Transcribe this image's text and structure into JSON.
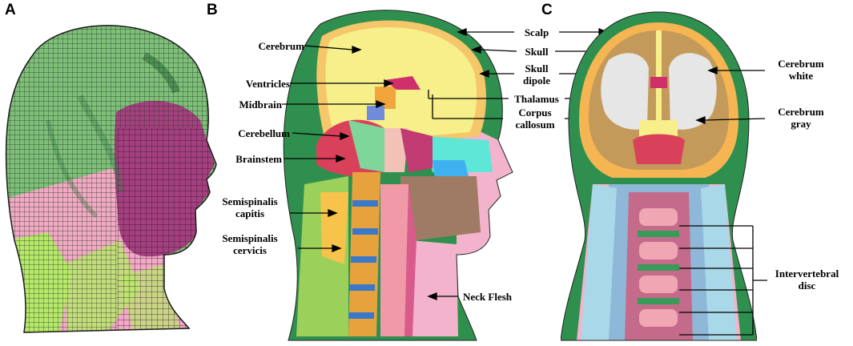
{
  "figure": {
    "panels": [
      {
        "letter": "A"
      },
      {
        "letter": "B",
        "labels": {
          "cerebrum": "Cerebrum",
          "ventricles": "Ventricles",
          "midbrain": "Midbrain",
          "cerebellum": "Cerebellum",
          "brainstem": "Brainstem",
          "semispinalis_capitis": [
            "Semispinalis",
            "capitis"
          ],
          "semispinalis_cervicis": [
            "Semispinalis",
            "cervicis"
          ],
          "neck_flesh": "Neck Flesh"
        }
      },
      {
        "letter": "C",
        "labels": {
          "cerebrum_white": [
            "Cerebrum",
            "white"
          ],
          "cerebrum_gray": [
            "Cerebrum",
            "gray"
          ],
          "intervertebral_disc": [
            "Intervertebral",
            "disc"
          ]
        }
      }
    ],
    "shared_labels": {
      "scalp": "Scalp",
      "skull": "Skull",
      "skull_dipole": [
        "Skull",
        "dipole"
      ],
      "thalamus": "Thalamus",
      "corpus_callosum": [
        "Corpus",
        "callosum"
      ]
    },
    "colors": {
      "mesh_green": "#7fbf7a",
      "face_magenta": "#a5407f",
      "neck_pink": "#f2a9c4",
      "neck_lime": "#b8e86a",
      "scalp_green": "#2f8f4e",
      "brain_yellow": "#f7ef8a",
      "gray_matter": "#c49a5a",
      "white_matter": "#e6e6e6"
    }
  }
}
